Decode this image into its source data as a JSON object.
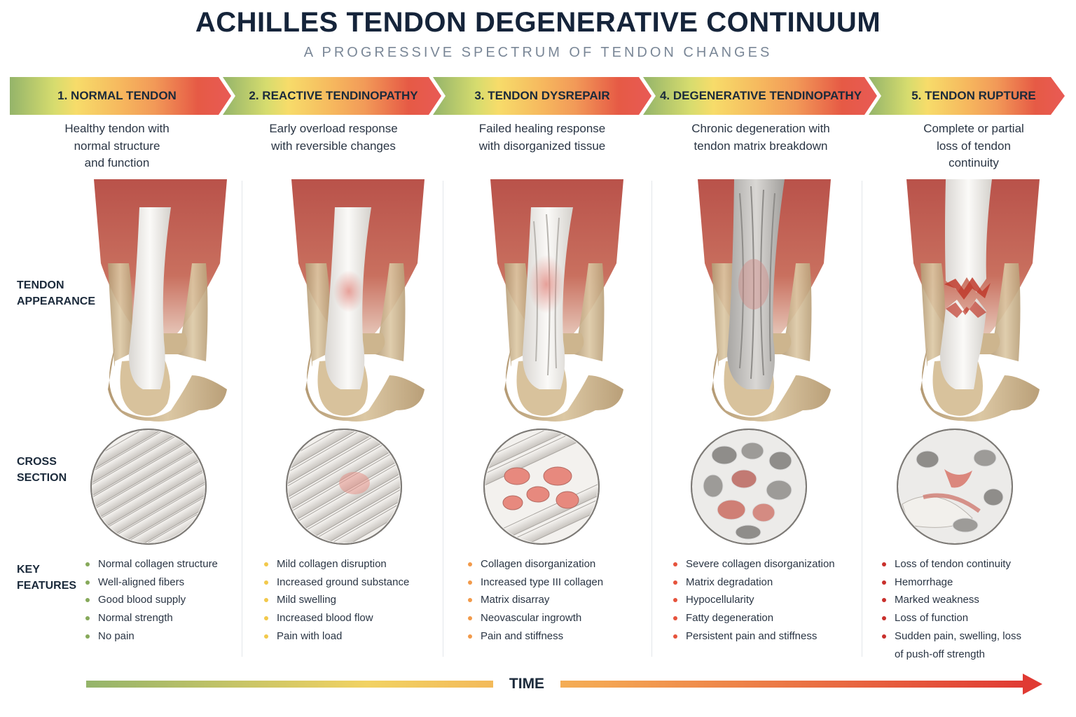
{
  "header": {
    "title": "ACHILLES TENDON DEGENERATIVE CONTINUUM",
    "subtitle": "A PROGRESSIVE SPECTRUM OF TENDON CHANGES"
  },
  "row_labels": {
    "appearance": "TENDON\nAPPEARANCE",
    "cross_section": "CROSS\nSECTION",
    "key_features": "KEY\nFEATURES"
  },
  "stages": [
    {
      "label": "1. NORMAL TENDON",
      "description": "Healthy tendon with\nnormal structure\nand function",
      "bullet_color": "#86a95a",
      "features": [
        "Normal collagen structure",
        "Well-aligned fibers",
        "Good blood supply",
        "Normal strength",
        "No pain"
      ]
    },
    {
      "label": "2. REACTIVE TENDINOPATHY",
      "description": "Early overload response\nwith reversible changes",
      "bullet_color": "#f2c94c",
      "features": [
        "Mild collagen disruption",
        "Increased ground substance",
        "Mild swelling",
        "Increased blood flow",
        "Pain with load"
      ]
    },
    {
      "label": "3. TENDON DYSREPAIR",
      "description": "Failed healing response\nwith disorganized tissue",
      "bullet_color": "#f29a4a",
      "features": [
        "Collagen disorganization",
        "Increased type III collagen",
        "Matrix disarray",
        "Neovascular ingrowth",
        "Pain and stiffness"
      ]
    },
    {
      "label": "4. DEGENERATIVE TENDINOPATHY",
      "description": "Chronic degeneration with\ntendon matrix breakdown",
      "bullet_color": "#e6533c",
      "features": [
        "Severe collagen disorganization",
        "Matrix degradation",
        "Hypocellularity",
        "Fatty degeneration",
        "Persistent pain and stiffness"
      ]
    },
    {
      "label": "5. TENDON RUPTURE",
      "description": "Complete or partial\nloss of tendon\ncontinuity",
      "bullet_color": "#c9302c",
      "features": [
        "Loss of tendon continuity",
        "Hemorrhage",
        "Marked weakness",
        "Loss of function",
        "Sudden pain, swelling, loss\nof push-off strength"
      ]
    }
  ],
  "timeline": {
    "label": "TIME"
  },
  "colors": {
    "band_start": "#94b46a",
    "band_yellow": "#f7dc6a",
    "band_orange": "#f6a85a",
    "band_end": "#e04c45"
  }
}
